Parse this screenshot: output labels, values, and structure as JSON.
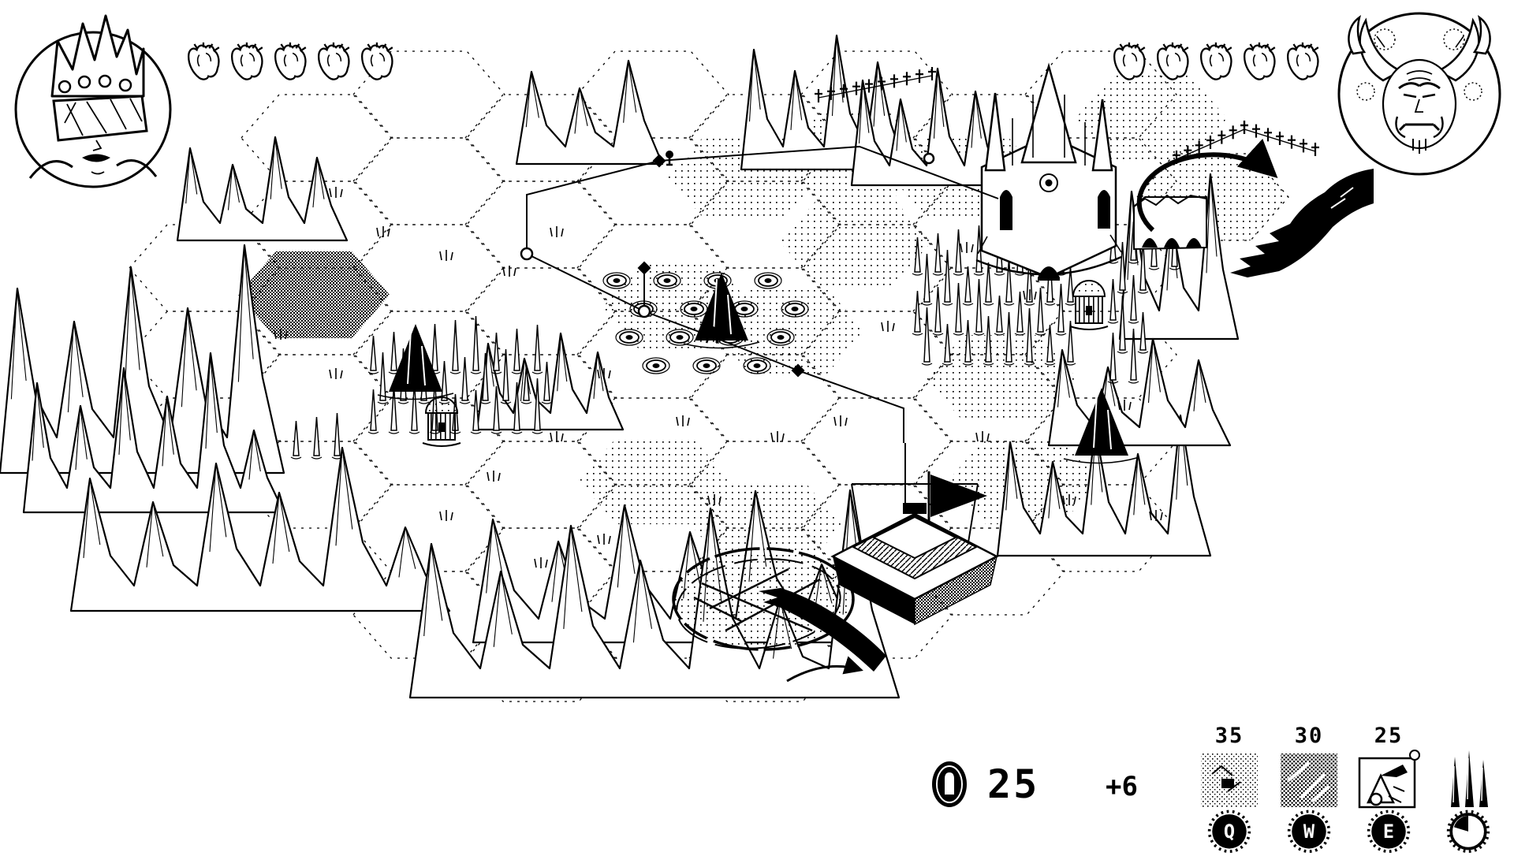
{
  "king": {
    "portrait": "blindfolded-king",
    "hearts": 5
  },
  "demon": {
    "portrait": "horned-demon",
    "hearts": 5
  },
  "hud": {
    "gold": "25",
    "income": "+6",
    "shop": [
      {
        "name": "dirt-ground",
        "price": "35",
        "key": "Q"
      },
      {
        "name": "rubble-ground",
        "price": "30",
        "key": "W"
      },
      {
        "name": "catapult-tower",
        "price": "25",
        "key": "E"
      },
      {
        "name": "spike-trap",
        "price": "",
        "key": "mouse"
      }
    ]
  },
  "map": {
    "features": [
      "hex-grid",
      "mountain-ridges",
      "cathedral",
      "ruined-gate",
      "graveyard-fences",
      "demon-claimed-hex",
      "demon-hand",
      "cycle-arrow",
      "enemy-path",
      "path-nodes",
      "eye-field",
      "caves",
      "watchtowers",
      "spike-fields",
      "pond",
      "sand-hexes",
      "build-site",
      "flag-marker",
      "summon-scribble",
      "claw-swipe",
      "grass-tufts"
    ]
  }
}
